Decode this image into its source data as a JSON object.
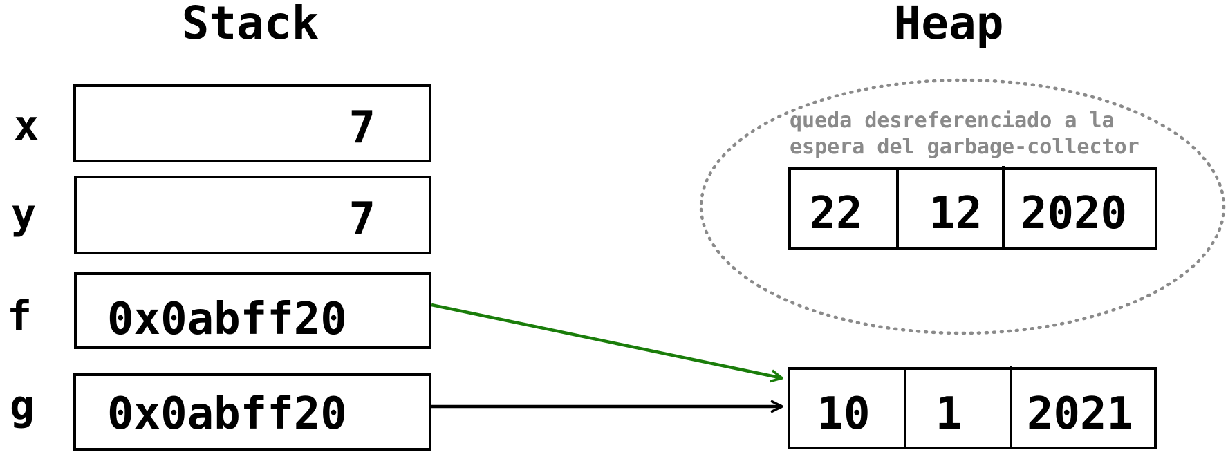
{
  "titles": {
    "stack": "Stack",
    "heap": "Heap"
  },
  "stack": [
    {
      "name": "x",
      "value": "7"
    },
    {
      "name": "y",
      "value": "7"
    },
    {
      "name": "f",
      "value": "0x0abff20"
    },
    {
      "name": "g",
      "value": "0x0abff20"
    }
  ],
  "heap": {
    "orphan": {
      "note_line1": "queda desreferenciado a la",
      "note_line2": "espera del garbage-collector",
      "cells": [
        "22",
        "12",
        "2020"
      ]
    },
    "live": {
      "cells": [
        "10",
        "1",
        "2021"
      ]
    }
  },
  "colors": {
    "arrow_f": "#1a7d0a",
    "arrow_g": "#000000",
    "dotted": "#8a8a8a"
  }
}
